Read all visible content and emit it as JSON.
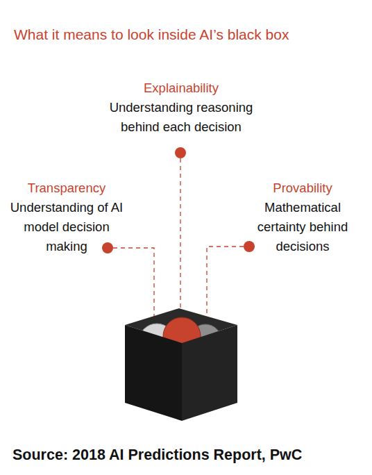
{
  "diagram": {
    "title": "What it means to look inside AI’s black box",
    "caption": "Source: 2018 AI Predictions Report, PwC",
    "nodes": [
      {
        "text": [
          "Explainability",
          "Understanding reasoning behind each decision"
        ]
      },
      {
        "text": [
          "Transparency",
          "Understanding of AI model decision making"
        ]
      },
      {
        "text": [
          "Provability",
          "Mathematical certainty behind decisions"
        ]
      }
    ]
  }
}
